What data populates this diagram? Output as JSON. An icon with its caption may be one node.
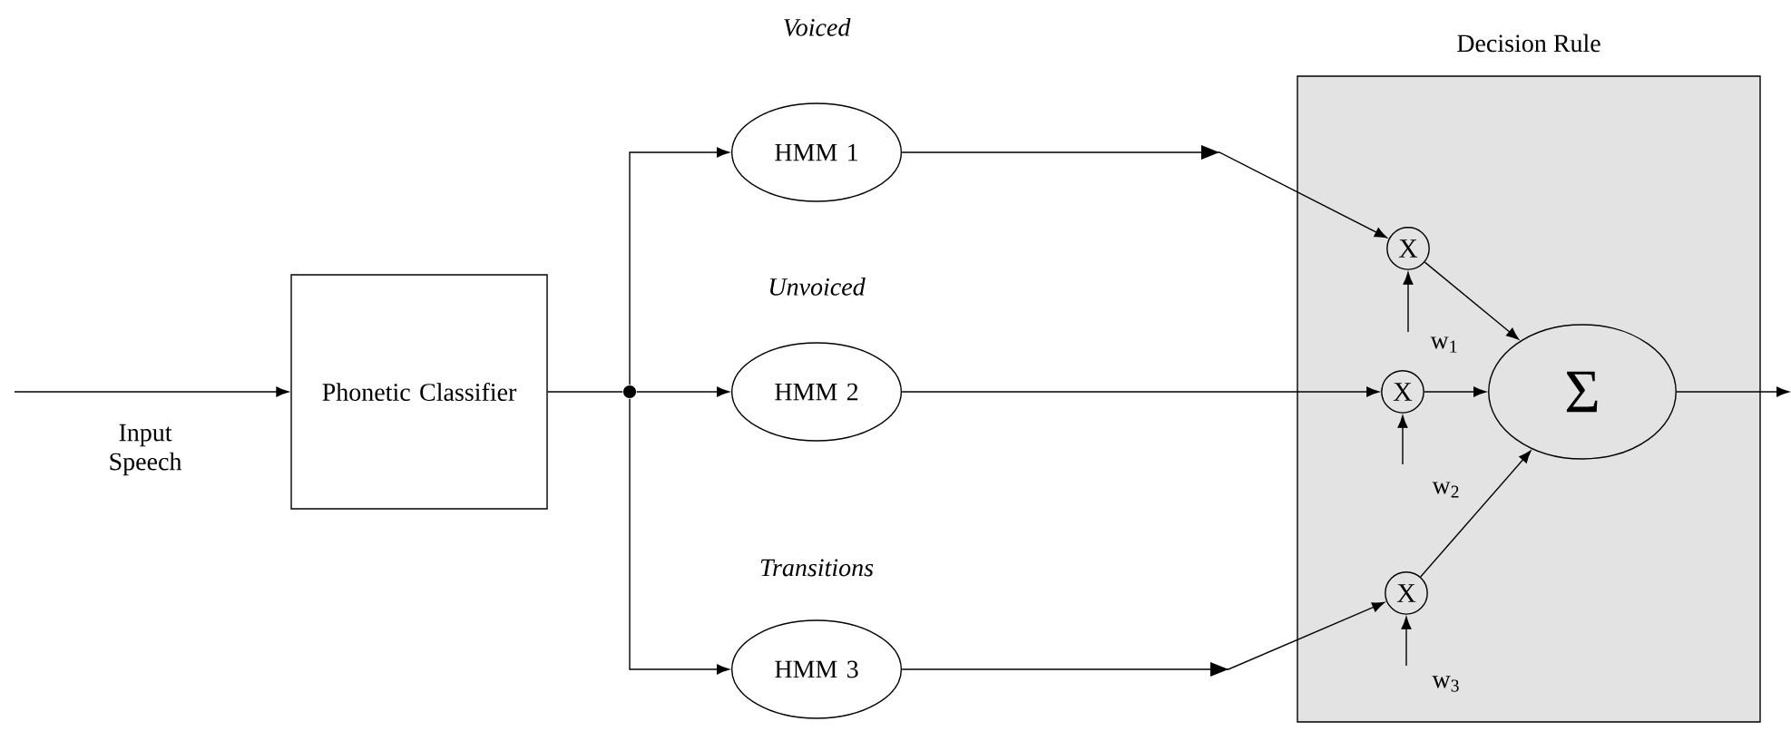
{
  "diagram": {
    "nodes": [
      {
        "text": [
          "Phonetic Classifier"
        ]
      },
      {
        "text": [
          "HMM 1"
        ],
        "beside": [
          "Voiced"
        ]
      },
      {
        "text": [
          "HMM 2"
        ],
        "beside": [
          "Unvoiced"
        ]
      },
      {
        "text": [
          "HMM 3"
        ],
        "beside": [
          "Transitions"
        ]
      },
      {
        "text": [
          "Decision Rule"
        ]
      },
      {
        "text": [
          "X"
        ],
        "in": 4
      },
      {
        "text": [
          "X"
        ],
        "in": 4
      },
      {
        "text": [
          "X"
        ],
        "in": 4
      },
      {
        "text": [
          "Σ"
        ],
        "in": 4
      },
      {
        "text": [],
        "shape": "circle"
      }
    ],
    "edges": [
      {
        "from": null,
        "to": 0,
        "arrow": "to",
        "label": "Input Speech"
      },
      {
        "from": 0,
        "to": 9,
        "arrow": "none"
      },
      {
        "from": 9,
        "to": 1,
        "arrow": "to"
      },
      {
        "from": 9,
        "to": 2,
        "arrow": "to"
      },
      {
        "from": 9,
        "to": 3,
        "arrow": "to"
      },
      {
        "from": 1,
        "to": 5,
        "arrow": "to"
      },
      {
        "from": 2,
        "to": 6,
        "arrow": "to"
      },
      {
        "from": 3,
        "to": 7,
        "arrow": "to"
      },
      {
        "from": 5,
        "to": 8,
        "arrow": "to"
      },
      {
        "from": 6,
        "to": 8,
        "arrow": "to"
      },
      {
        "from": 7,
        "to": 8,
        "arrow": "to"
      },
      {
        "from": null,
        "to": 5,
        "arrow": "to"
      },
      {
        "from": null,
        "to": 6,
        "arrow": "to"
      },
      {
        "from": null,
        "to": 7,
        "arrow": "to"
      },
      {
        "from": 8,
        "to": null,
        "arrow": "to"
      }
    ],
    "labels": [
      "w$_{1}$",
      "w$_{2}$",
      "w$_{3}$"
    ]
  }
}
